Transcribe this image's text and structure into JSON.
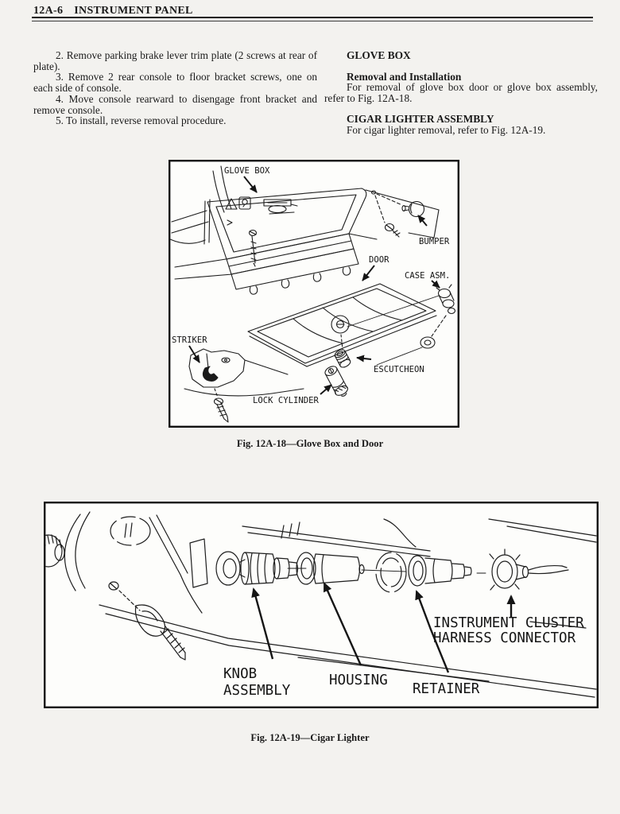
{
  "colors": {
    "ink": "#1a1a1a",
    "paper": "#f3f2ef",
    "figure_bg": "#fdfdfb"
  },
  "header": {
    "section": "12A-6",
    "title": "INSTRUMENT PANEL"
  },
  "console": {
    "steps": [
      "2. Remove parking brake lever trim plate (2 screws at rear of plate).",
      "3. Remove 2 rear console to floor bracket screws, one on each side of console.",
      "4. Move console rearward to disengage front bracket and remove console.",
      "5. To install, reverse removal procedure."
    ]
  },
  "glove_box": {
    "heading": "GLOVE BOX",
    "sub_heading": "Removal and Installation",
    "body": "For removal of glove box door or glove box assembly, refer to Fig. 12A-18."
  },
  "cigar": {
    "heading": "CIGAR LIGHTER ASSEMBLY",
    "body": "For cigar lighter removal, refer to Fig. 12A-19."
  },
  "fig18": {
    "caption": "Fig. 12A-18—Glove Box and Door",
    "labels": {
      "glove_box": "GLOVE BOX",
      "bumper": "BUMPER",
      "door": "DOOR",
      "case_asm": "CASE ASM.",
      "striker": "STRIKER",
      "escutcheon": "ESCUTCHEON",
      "lock_cylinder": "LOCK CYLINDER"
    }
  },
  "fig19": {
    "caption": "Fig. 12A-19—Cigar Lighter",
    "labels": {
      "knob_line1": "KNOB",
      "knob_line2": "ASSEMBLY",
      "housing": "HOUSING",
      "retainer": "RETAINER",
      "connector_line1": "INSTRUMENT CLUSTER",
      "connector_line2": "HARNESS CONNECTOR"
    }
  }
}
